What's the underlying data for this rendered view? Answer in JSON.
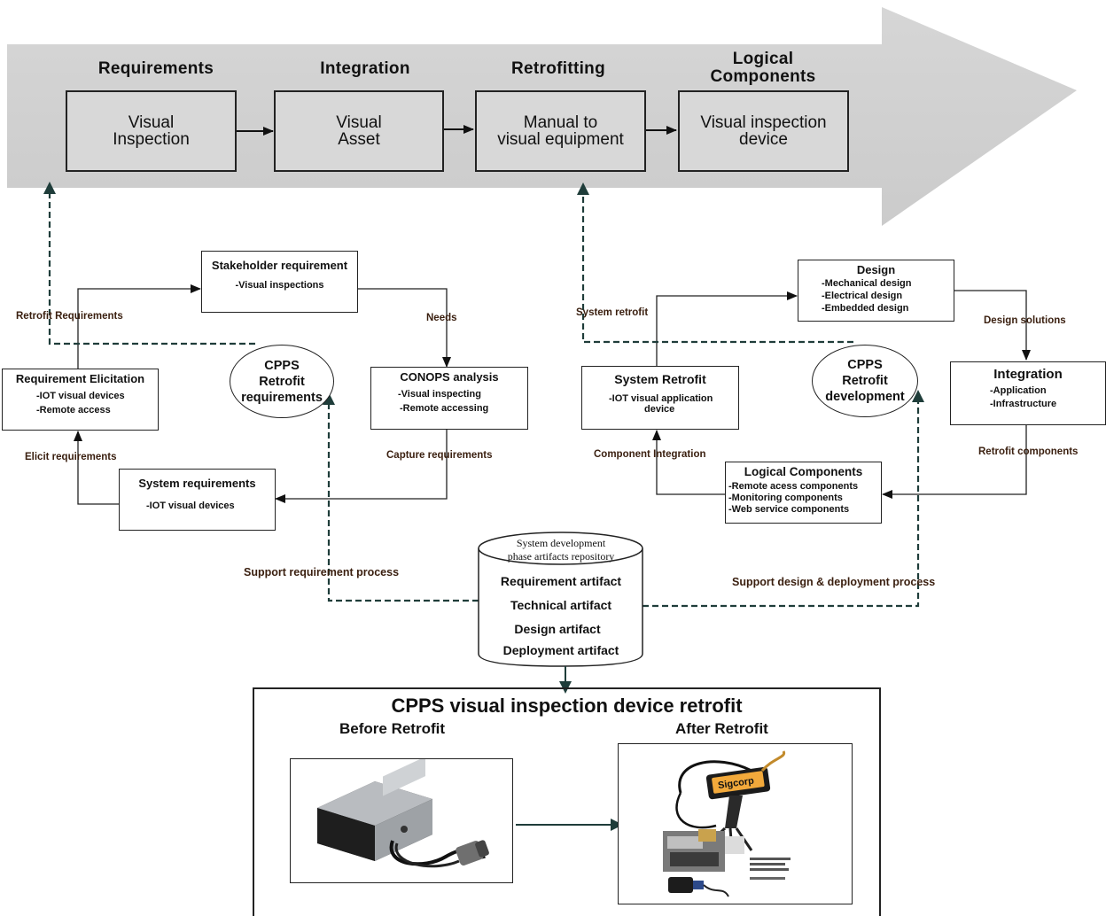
{
  "phases": {
    "requirements": {
      "heading": "Requirements",
      "box": [
        "Visual",
        "Inspection"
      ]
    },
    "integration": {
      "heading": "Integration",
      "box": [
        "Visual",
        "Asset"
      ]
    },
    "retrofitting": {
      "heading": "Retrofitting",
      "box": [
        "Manual to",
        "visual equipment"
      ]
    },
    "logical": {
      "heading": [
        "Logical",
        "Components"
      ],
      "box": [
        "Visual inspection",
        "device"
      ]
    }
  },
  "left": {
    "stakeholder": {
      "title": "Stakeholder requirement",
      "items": [
        "-Visual inspections"
      ]
    },
    "elicitation": {
      "title": "Requirement Elicitation",
      "items": [
        "-IOT visual devices",
        "-Remote access"
      ]
    },
    "conops": {
      "title": "CONOPS analysis",
      "items": [
        "-Visual inspecting",
        "-Remote accessing"
      ]
    },
    "system_req": {
      "title": "System requirements",
      "items": [
        "-IOT visual devices"
      ]
    },
    "cpps": [
      "CPPS",
      "Retrofit",
      "requirements"
    ],
    "edges": {
      "retrofit_requirements": "Retrofit Requirements",
      "needs": "Needs",
      "elicit": "Elicit requirements",
      "capture": "Capture requirements",
      "support": "Support requirement process"
    }
  },
  "right": {
    "design": {
      "title": "Design",
      "items": [
        "-Mechanical design",
        "-Electrical design",
        "-Embedded design"
      ]
    },
    "system_retrofit": {
      "title": "System Retrofit",
      "items": [
        "-IOT visual application",
        "device"
      ]
    },
    "integration": {
      "title": "Integration",
      "items": [
        "-Application",
        "-Infrastructure"
      ]
    },
    "logical": {
      "title": "Logical Components",
      "items": [
        "-Remote acess components",
        "-Monitoring components",
        "-Web service components"
      ]
    },
    "cpps": [
      "CPPS",
      "Retrofit",
      "development"
    ],
    "edges": {
      "system_retrofit": "System retrofit",
      "design_solutions": "Design solutions",
      "component_integration": "Component Integration",
      "retrofit_components": "Retrofit components",
      "support": "Support design & deployment process"
    }
  },
  "repository": {
    "header": [
      "System development",
      "phase artifacts repository"
    ],
    "artifacts": [
      "Requirement artifact",
      "Technical artifact",
      "Design artifact",
      "Deployment artifact"
    ]
  },
  "bottom": {
    "title": "CPPS visual inspection device retrofit",
    "before": "Before Retrofit",
    "after": "After Retrofit",
    "brand_logo": "Sigcorp"
  },
  "colors": {
    "arrow_band": "#d0d0d0",
    "arrow_tip": "#c8c8c8",
    "dashed": "#1f3d3a",
    "edge_text": "#3a1f0f"
  }
}
